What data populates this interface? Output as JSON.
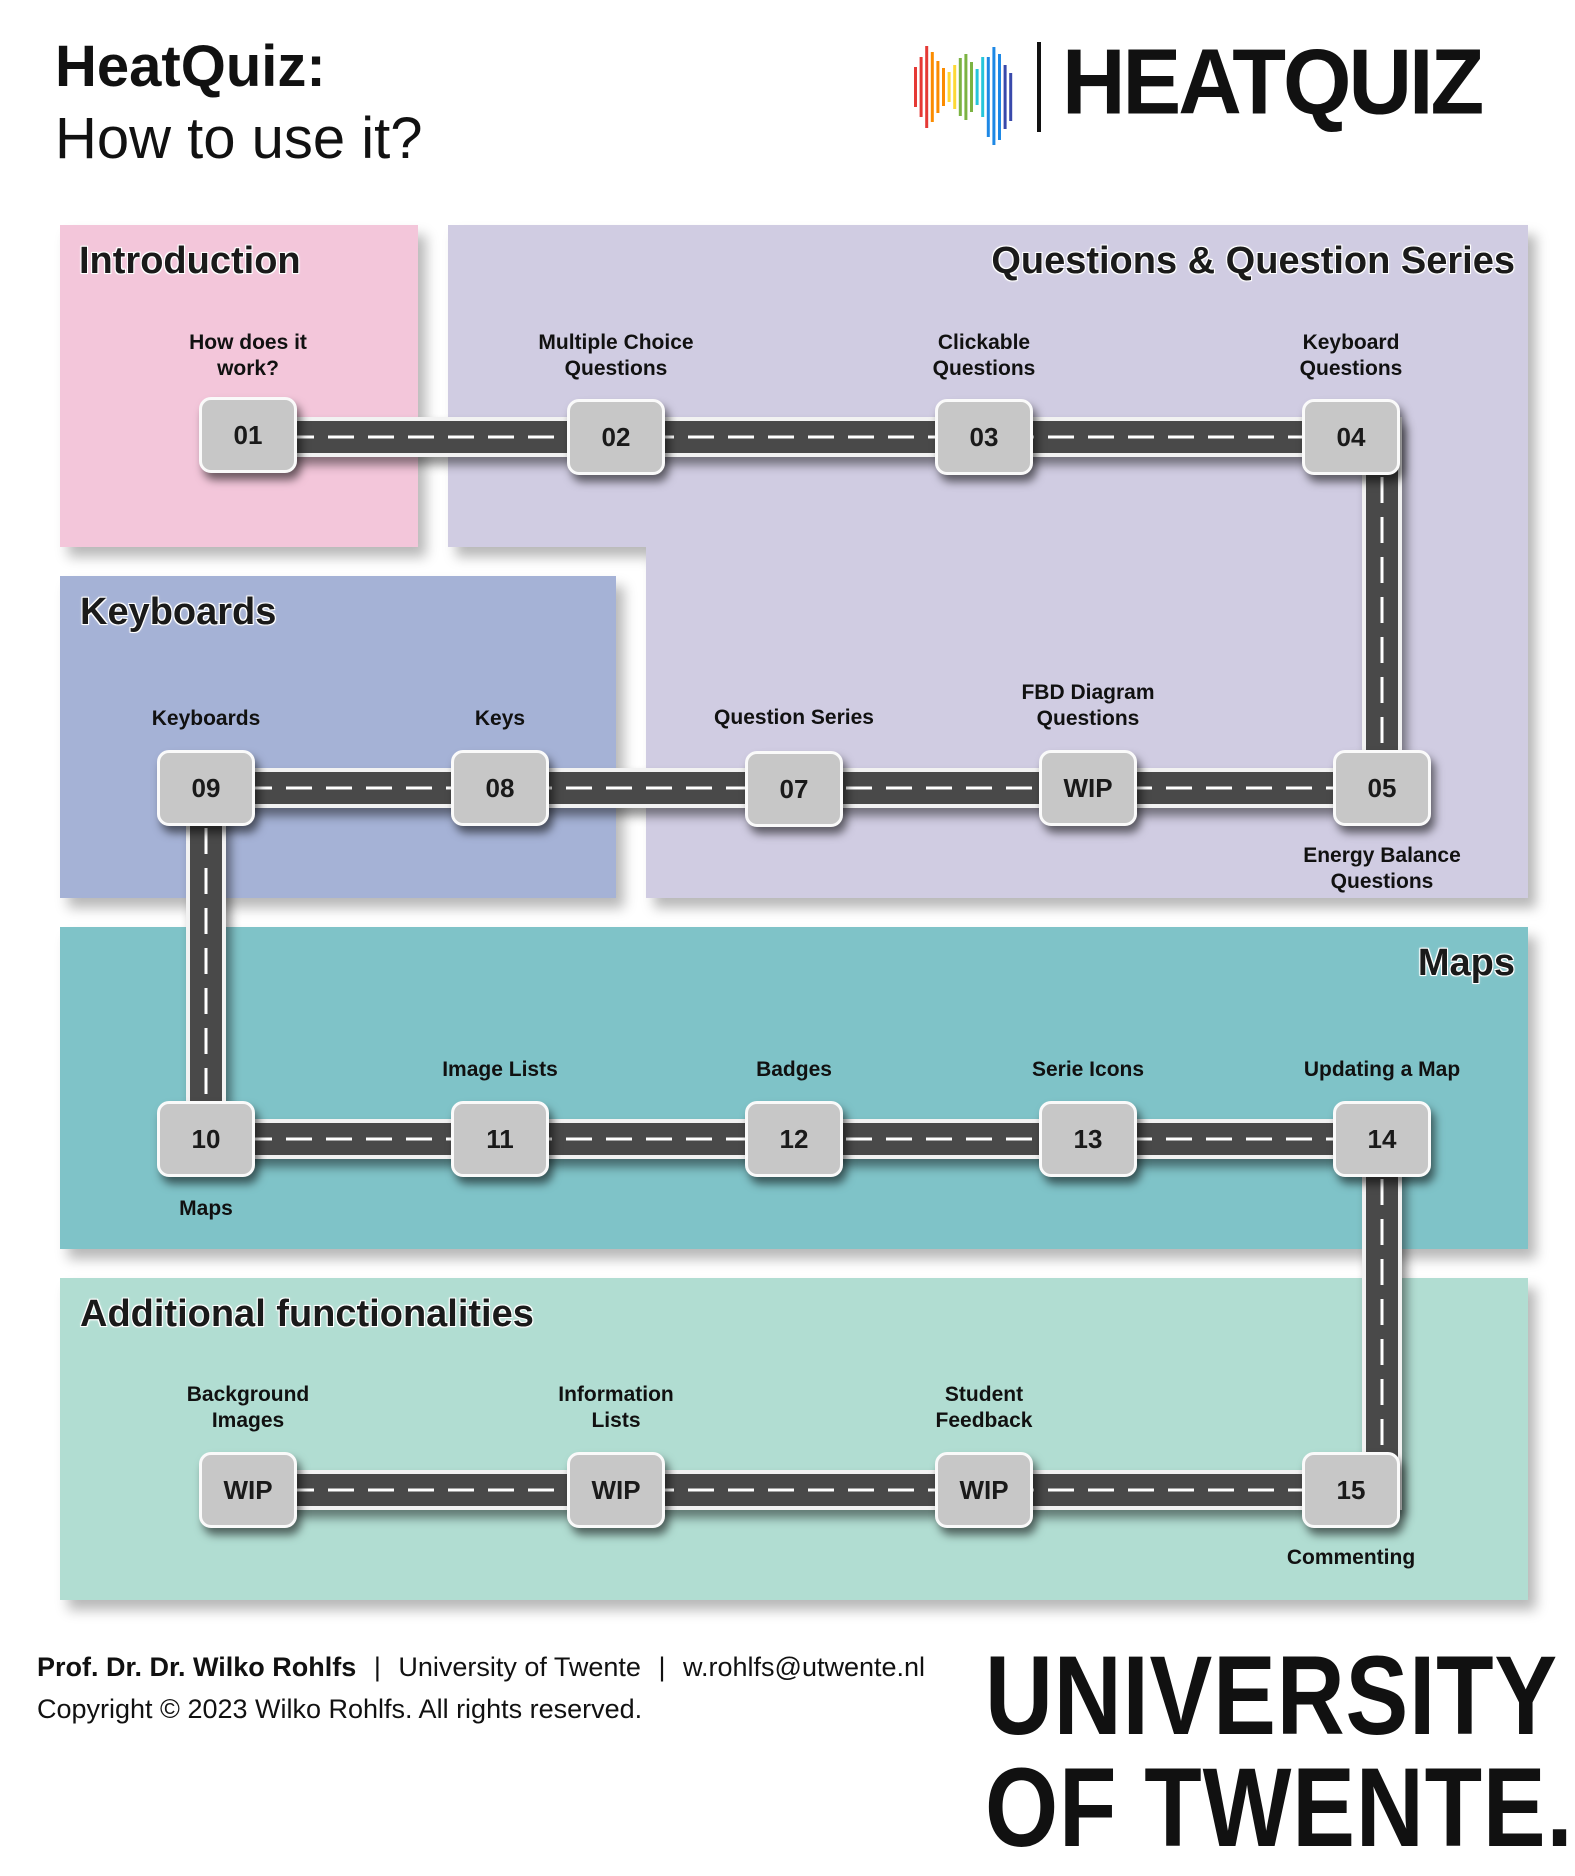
{
  "header": {
    "title": "HeatQuiz:",
    "subtitle": "How to use it?",
    "logo_text": "HEATQUIZ",
    "logo_colors": [
      "#e53935",
      "#fb8c00",
      "#fdd835",
      "#7cb342",
      "#26c6da",
      "#1e88e5",
      "#3949ab"
    ]
  },
  "sections": {
    "introduction": {
      "title": "Introduction",
      "color": "#f3c6da"
    },
    "questions": {
      "title": "Questions & Question Series",
      "color": "#d0cce2"
    },
    "keyboards": {
      "title": "Keyboards",
      "color": "#a5b2d6"
    },
    "maps": {
      "title": "Maps",
      "color": "#7fc3c8"
    },
    "additional": {
      "title": "Additional functionalities",
      "color": "#b1ddd2"
    }
  },
  "nodes": {
    "n01": {
      "code": "01",
      "label": "How does it work?"
    },
    "n02": {
      "code": "02",
      "label": "Multiple Choice Questions"
    },
    "n03": {
      "code": "03",
      "label": "Clickable Questions"
    },
    "n04": {
      "code": "04",
      "label": "Keyboard Questions"
    },
    "n05": {
      "code": "05",
      "label": "Energy Balance Questions"
    },
    "nwip_fbd": {
      "code": "WIP",
      "label": "FBD Diagram Questions"
    },
    "n07": {
      "code": "07",
      "label": "Question Series"
    },
    "n08": {
      "code": "08",
      "label": "Keys"
    },
    "n09": {
      "code": "09",
      "label": "Keyboards"
    },
    "n10": {
      "code": "10",
      "label": "Maps"
    },
    "n11": {
      "code": "11",
      "label": "Image Lists"
    },
    "n12": {
      "code": "12",
      "label": "Badges"
    },
    "n13": {
      "code": "13",
      "label": "Serie Icons"
    },
    "n14": {
      "code": "14",
      "label": "Updating a Map"
    },
    "n15": {
      "code": "15",
      "label": "Commenting"
    },
    "nwip_feedback": {
      "code": "WIP",
      "label": "Student Feedback"
    },
    "nwip_info": {
      "code": "WIP",
      "label": "Information Lists"
    },
    "nwip_bg": {
      "code": "WIP",
      "label": "Background Images"
    }
  },
  "footer": {
    "author": "Prof. Dr. Dr. Wilko Rohlfs",
    "separator": "|",
    "university": "University of Twente",
    "email": "w.rohlfs@utwente.nl",
    "copyright": "Copyright © 2023 Wilko Rohlfs. All rights reserved.",
    "logo_line1": "UNIVERSITY",
    "logo_line2": "OF TWENTE."
  }
}
